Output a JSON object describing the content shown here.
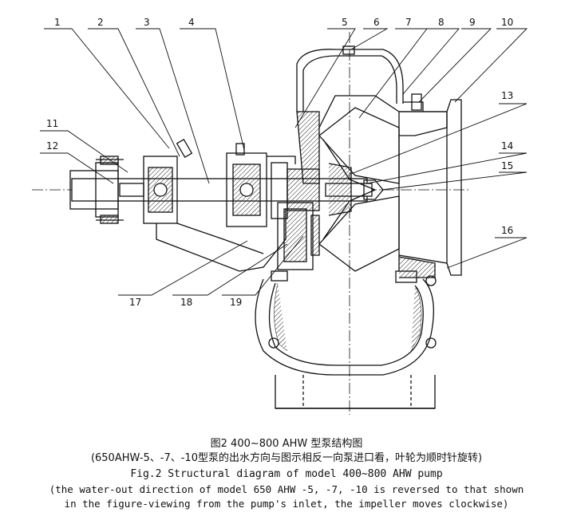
{
  "diagram": {
    "part_labels": {
      "p1": "1",
      "p2": "2",
      "p3": "3",
      "p4": "4",
      "p5": "5",
      "p6": "6",
      "p7": "7",
      "p8": "8",
      "p9": "9",
      "p10": "10",
      "p11": "11",
      "p12": "12",
      "p13": "13",
      "p14": "14",
      "p15": "15",
      "p16": "16",
      "p17": "17",
      "p18": "18",
      "p19": "19"
    }
  },
  "caption": {
    "zh_title": "图2 400~800 AHW 型泵结构图",
    "zh_note": "(650AHW-5、-7、-10型泵的出水方向与图示相反一向泵进口看，叶轮为顺时针旋转)",
    "en_title": "Fig.2 Structural diagram of model 400~800 AHW pump",
    "en_note_line1": "(the water-out direction of model 650 AHW -5, -7, -10 is reversed to that shown",
    "en_note_line2": "in the figure-viewing from the pump's inlet, the impeller moves clockwise)"
  }
}
